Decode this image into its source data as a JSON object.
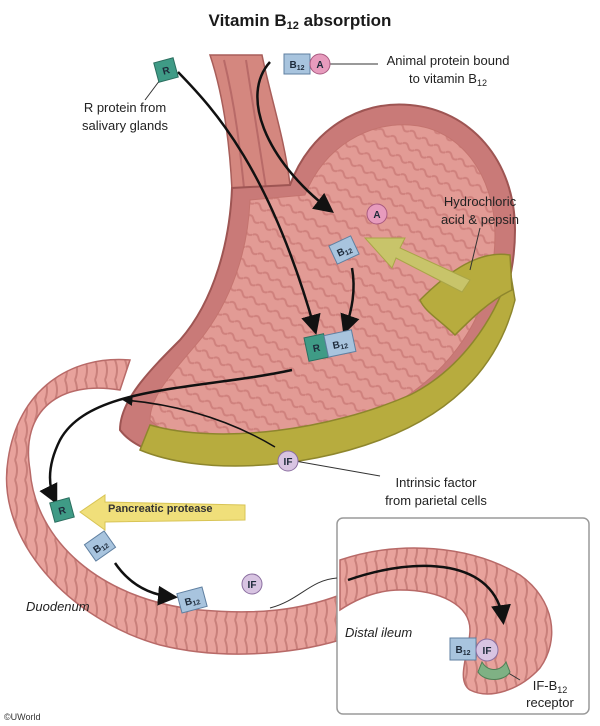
{
  "title": {
    "main": "Vitamin B",
    "sub": "12",
    "rest": " absorption"
  },
  "labels": {
    "r_protein_1": "R protein from",
    "r_protein_2": "salivary glands",
    "animal_1": "Animal protein bound",
    "animal_2": "to vitamin B",
    "animal_2_sub": "12",
    "hcl_1": "Hydrochloric",
    "hcl_2": "acid & pepsin",
    "pancreatic": "Pancreatic protease",
    "if_1": "Intrinsic factor",
    "if_2": "from parietal cells",
    "duodenum": "Duodenum",
    "distal_ileum": "Distal ileum",
    "receptor_1": "IF-B",
    "receptor_1_sub": "12",
    "receptor_2": "receptor",
    "copyright": "©UWorld"
  },
  "tags": {
    "r": "R",
    "a": "A",
    "if": "IF",
    "b": "B",
    "b_sub": "12"
  },
  "colors": {
    "stomach_outer": "#c97a78",
    "stomach_inner": "#e8a39c",
    "rugae": "#b86a68",
    "acid": "#b7ac3e",
    "acid_arrow": "#c8c46a",
    "protease_arrow": "#f0df7a",
    "r_tag": "#3f9b86",
    "b_tag": "#a8c4de",
    "a_tag": "#e79bbd",
    "if_tag": "#d8c4e2",
    "receptor": "#7fb184"
  }
}
